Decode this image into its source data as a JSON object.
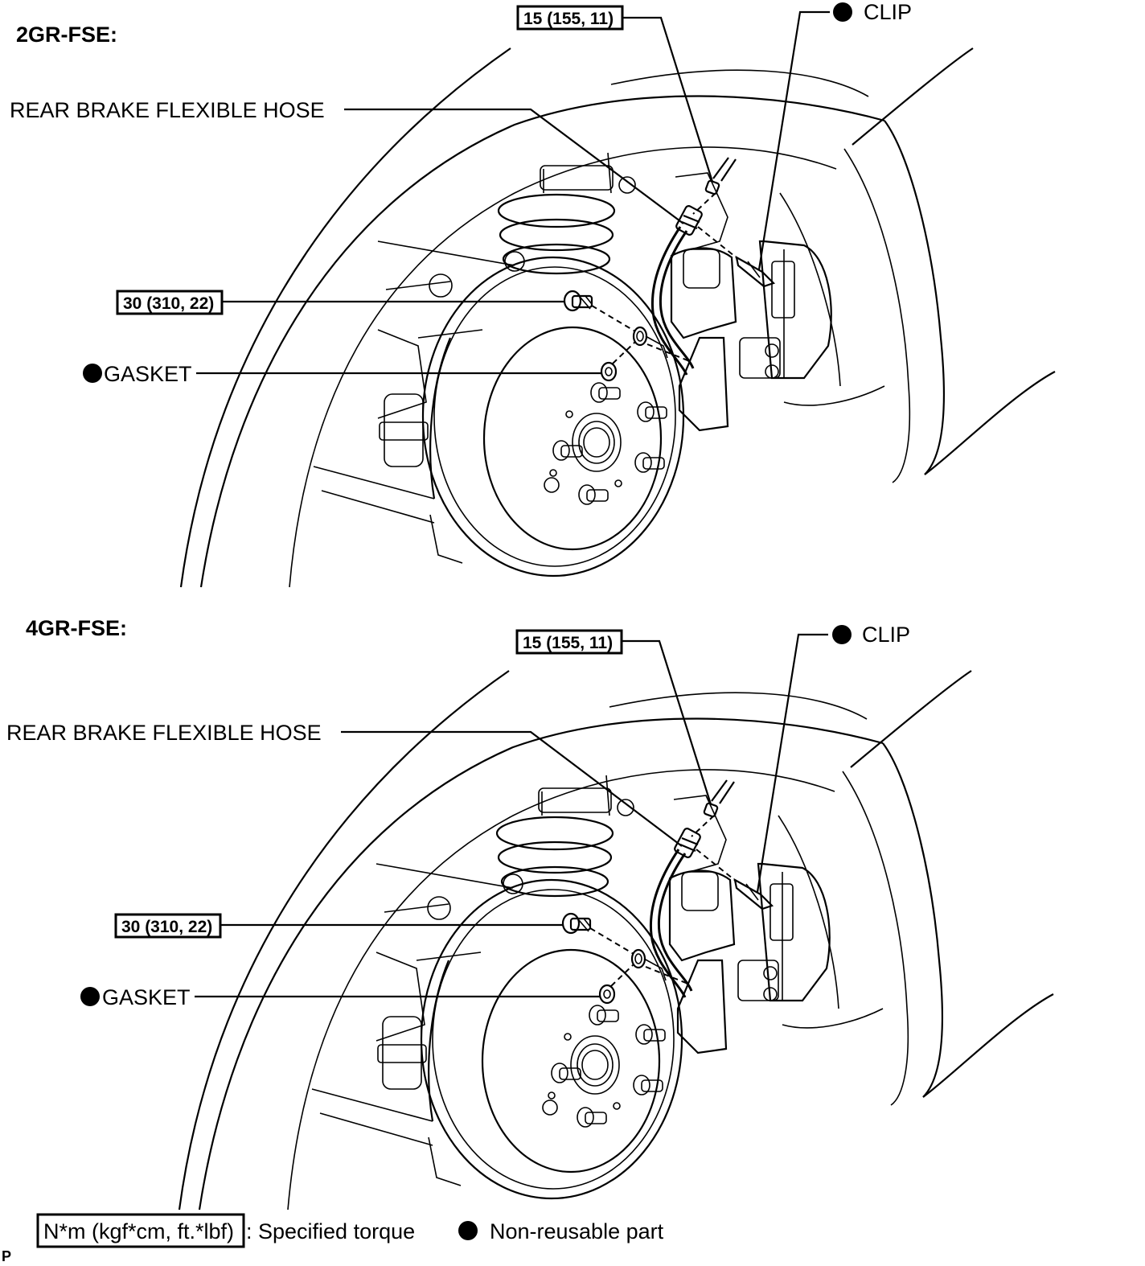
{
  "panels": [
    {
      "engine_label": "2GR-FSE:",
      "hose_label": "REAR BRAKE FLEXIBLE HOSE",
      "torque_union_bolt": "30 (310, 22)",
      "torque_hose_nut": "15 (155, 11)",
      "gasket_label": "GASKET",
      "clip_label": "CLIP"
    },
    {
      "engine_label": "4GR-FSE:",
      "hose_label": "REAR BRAKE FLEXIBLE HOSE",
      "torque_union_bolt": "30 (310, 22)",
      "torque_hose_nut": "15 (155, 11)",
      "gasket_label": "GASKET",
      "clip_label": "CLIP"
    }
  ],
  "legend": {
    "torque_unit": "N*m (kgf*cm, ft.*lbf)",
    "torque_text": ": Specified torque",
    "nonreusable_text": "Non-reusable part"
  },
  "figure_code": "P"
}
